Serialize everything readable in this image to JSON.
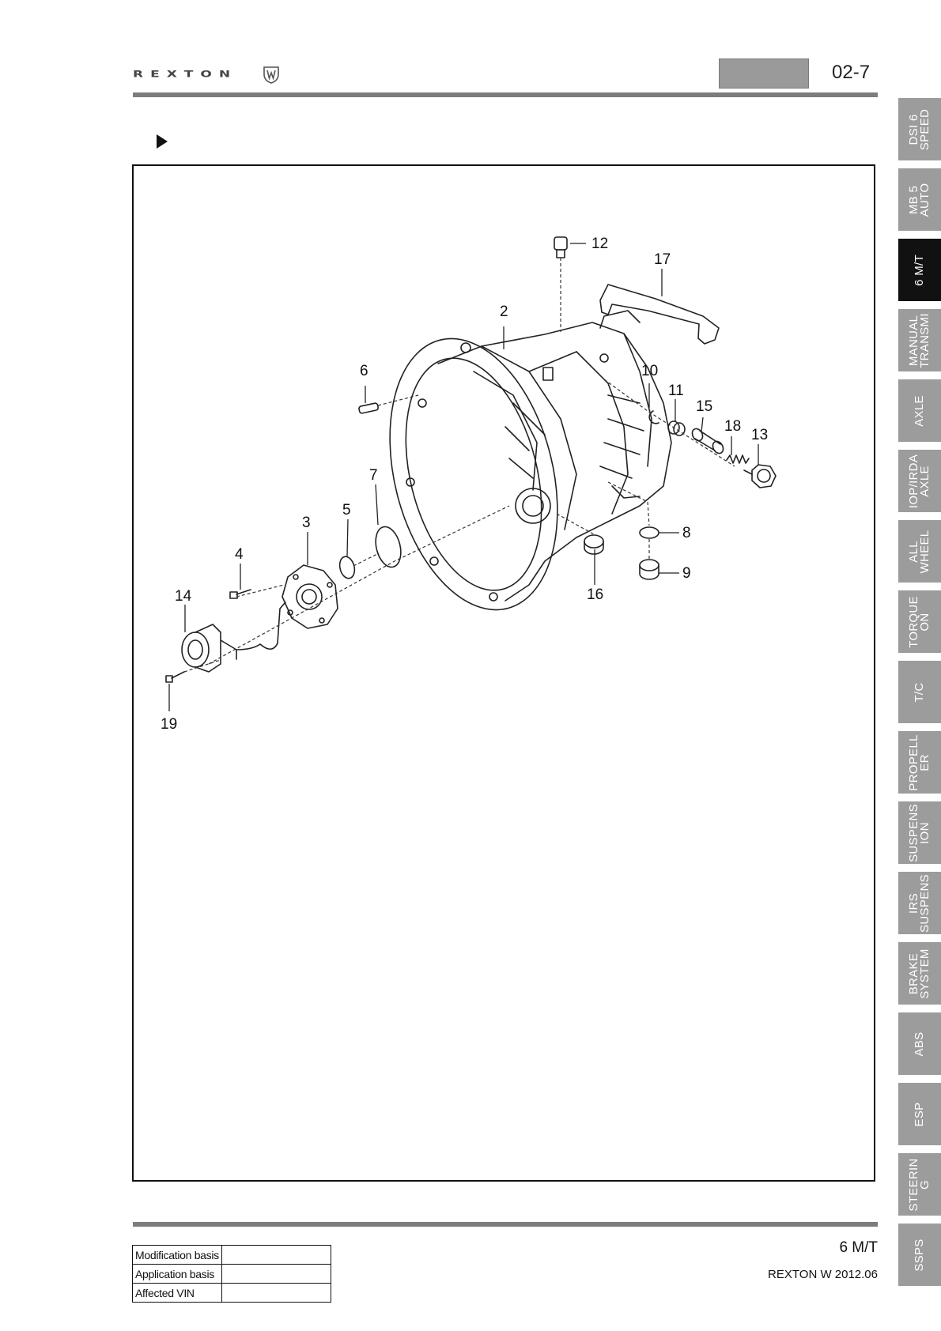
{
  "header": {
    "logo_text": "REXTON",
    "page_number": "02-7"
  },
  "diagram": {
    "callouts": [
      "12",
      "17",
      "2",
      "6",
      "10",
      "11",
      "15",
      "18",
      "13",
      "7",
      "5",
      "3",
      "4",
      "14",
      "8",
      "9",
      "16",
      "19"
    ]
  },
  "side_tabs": [
    {
      "line1": "DSI 6",
      "line2": "SPEED",
      "active": false
    },
    {
      "line1": "MB 5",
      "line2": "AUTO",
      "active": false
    },
    {
      "line1": "6 M/T",
      "line2": "",
      "active": true
    },
    {
      "line1": "MANUAL",
      "line2": "TRANSMI",
      "active": false
    },
    {
      "line1": "AXLE",
      "line2": "",
      "active": false
    },
    {
      "line1": "IOP/IRDA",
      "line2": "AXLE",
      "active": false
    },
    {
      "line1": "ALL",
      "line2": "WHEEL",
      "active": false
    },
    {
      "line1": "TORQUE",
      "line2": "ON",
      "active": false
    },
    {
      "line1": "T/C",
      "line2": "",
      "active": false
    },
    {
      "line1": "PROPELL",
      "line2": "ER",
      "active": false
    },
    {
      "line1": "SUSPENS",
      "line2": "ION",
      "active": false
    },
    {
      "line1": "IRS",
      "line2": "SUSPENS",
      "active": false
    },
    {
      "line1": "BRAKE",
      "line2": "SYSTEM",
      "active": false
    },
    {
      "line1": "ABS",
      "line2": "",
      "active": false
    },
    {
      "line1": "ESP",
      "line2": "",
      "active": false
    },
    {
      "line1": "STEERIN",
      "line2": "G",
      "active": false
    },
    {
      "line1": "SSPS",
      "line2": "",
      "active": false
    }
  ],
  "footer": {
    "table": [
      {
        "label": "Modification basis",
        "value": ""
      },
      {
        "label": "Application basis",
        "value": ""
      },
      {
        "label": "Affected VIN",
        "value": ""
      }
    ],
    "section": "6 M/T",
    "model": "REXTON W 2012.06"
  }
}
